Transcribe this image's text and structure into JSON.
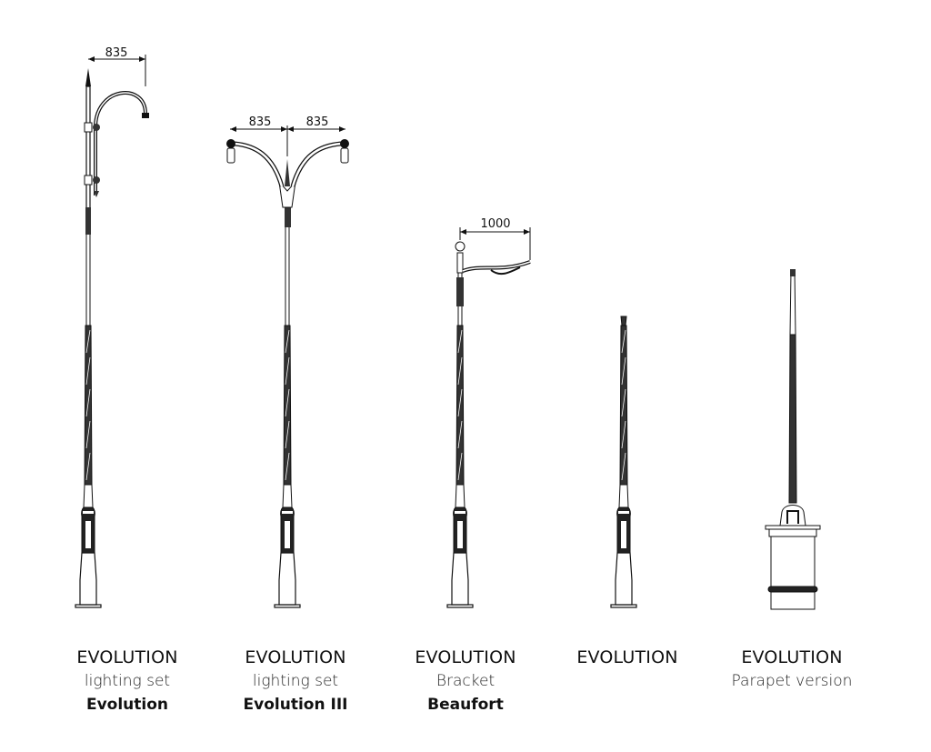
{
  "products": [
    {
      "title": "EVOLUTION",
      "subtitle": "lighting set",
      "model": "Evolution",
      "dimensions": [
        "835"
      ]
    },
    {
      "title": "EVOLUTION",
      "subtitle": "lighting set",
      "model": "Evolution III",
      "dimensions": [
        "835",
        "835"
      ]
    },
    {
      "title": "EVOLUTION",
      "subtitle": "Bracket",
      "model": "Beaufort",
      "dimensions": [
        "1000"
      ]
    },
    {
      "title": "EVOLUTION",
      "subtitle": "",
      "model": "",
      "dimensions": []
    },
    {
      "title": "EVOLUTION",
      "subtitle": "Parapet version",
      "model": "",
      "dimensions": []
    }
  ],
  "colors": {
    "line": "#111111",
    "background": "#ffffff"
  }
}
